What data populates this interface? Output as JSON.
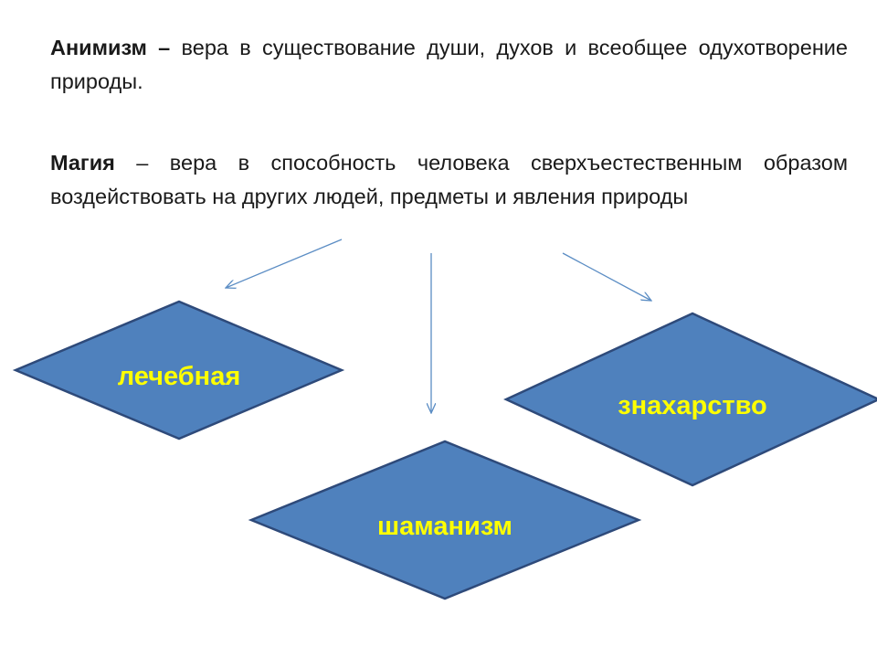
{
  "paragraphs": [
    {
      "term": "Анимизм –",
      "definition": " вера в существование души, духов и всеобщее одухотворение природы."
    },
    {
      "term": "Магия",
      "definition": " – вера в способность человека сверхъестественным образом воздействовать на других людей, предметы и явления природы"
    }
  ],
  "diagram": {
    "nodes": [
      {
        "id": "lechebnaya",
        "label": "лечебная"
      },
      {
        "id": "znakharstvo",
        "label": "знахарство"
      },
      {
        "id": "shamanizm",
        "label": "шаманизм"
      }
    ],
    "edges": [
      {
        "from": "Магия",
        "to": "lechebnaya"
      },
      {
        "from": "Магия",
        "to": "shamanizm"
      },
      {
        "from": "Магия",
        "to": "znakharstvo"
      }
    ]
  },
  "colors": {
    "diamond_fill": "#4f81bd",
    "diamond_stroke": "#2e4a7a",
    "label_text": "#ffff00",
    "arrow": "#5b8dc4",
    "body_text": "#1a1a1a"
  }
}
